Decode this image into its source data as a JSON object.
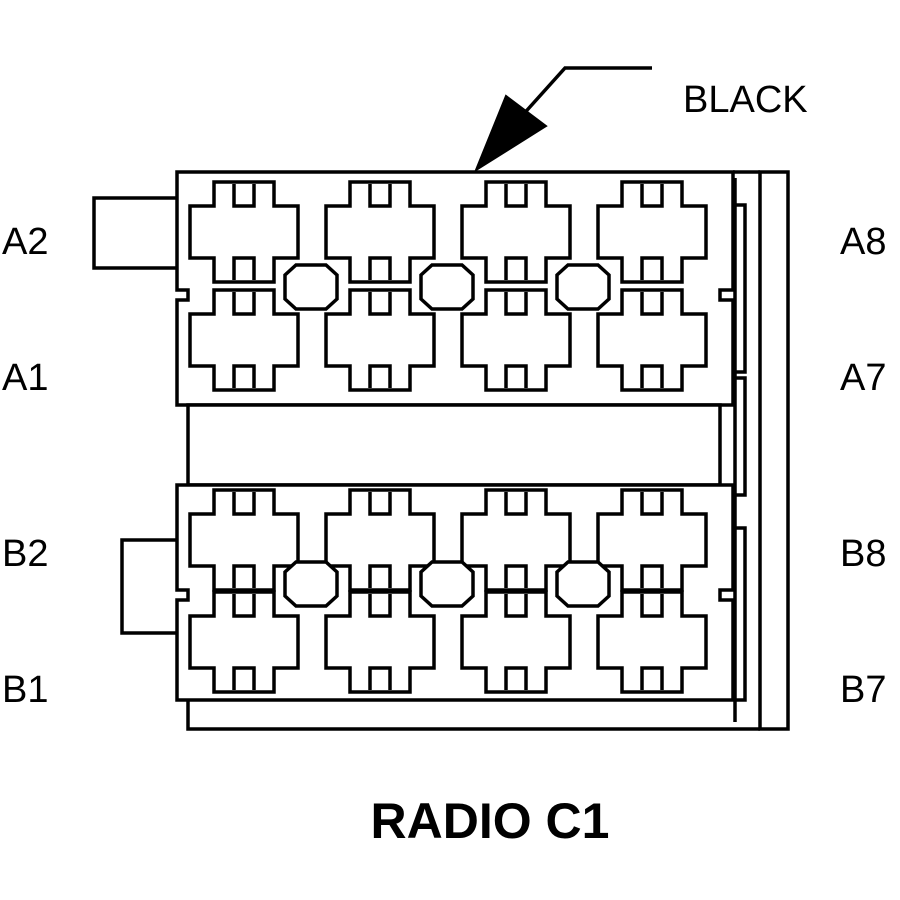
{
  "title": "RADIO C1",
  "connector_color": "BLACK",
  "pin_labels": {
    "a2": "A2",
    "a1": "A1",
    "b2": "B2",
    "b1": "B1",
    "a8": "A8",
    "a7": "A7",
    "b8": "B8",
    "b7": "B7"
  },
  "colors": {
    "line": "#000000",
    "background": "#ffffff"
  }
}
